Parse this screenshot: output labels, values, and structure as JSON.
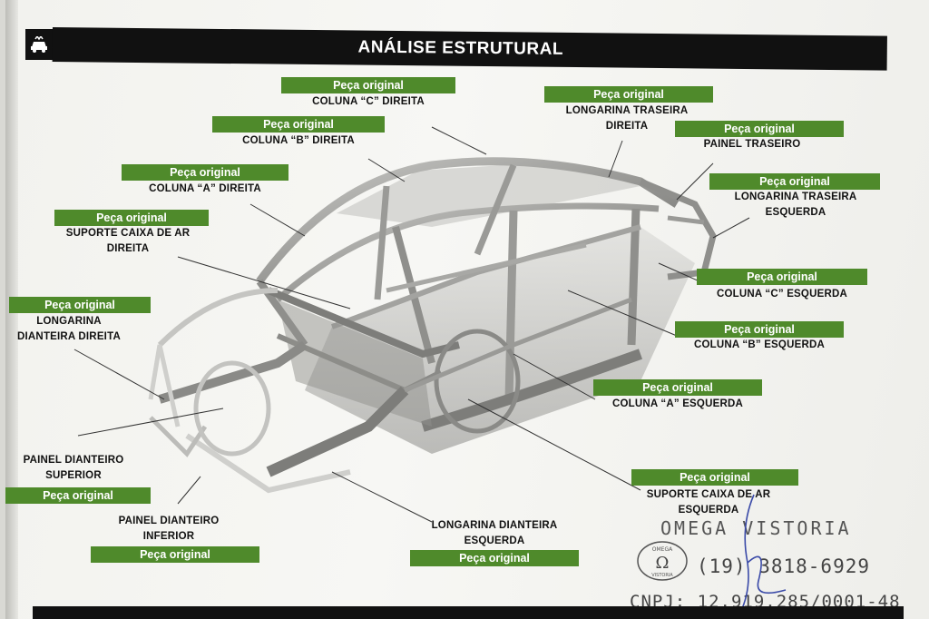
{
  "header": {
    "title": "ANÁLISE ESTRUTURAL",
    "icon": "car-crash-icon"
  },
  "parts": [
    {
      "id": "coluna-c-direita",
      "tag": "Peça original",
      "label": "COLUNA “C” DIREITA"
    },
    {
      "id": "longarina-traseira-direita",
      "tag": "Peça original",
      "label": "LONGARINA TRASEIRA DIREITA"
    },
    {
      "id": "coluna-b-direita",
      "tag": "Peça original",
      "label": "COLUNA “B” DIREITA"
    },
    {
      "id": "painel-traseiro",
      "tag": "Peça original",
      "label": "PAINEL TRASEIRO"
    },
    {
      "id": "coluna-a-direita",
      "tag": "Peça original",
      "label": "COLUNA “A” DIREITA"
    },
    {
      "id": "longarina-traseira-esquerda",
      "tag": "Peça original",
      "label": "LONGARINA TRASEIRA ESQUERDA"
    },
    {
      "id": "suporte-caixa-ar-direita",
      "tag": "Peça original",
      "label": "SUPORTE CAIXA DE AR DIREITA"
    },
    {
      "id": "longarina-dianteira-direita",
      "tag": "Peça original",
      "label": "LONGARINA DIANTEIRA DIREITA"
    },
    {
      "id": "coluna-c-esquerda",
      "tag": "Peça original",
      "label": "COLUNA “C” ESQUERDA"
    },
    {
      "id": "coluna-b-esquerda",
      "tag": "Peça original",
      "label": "COLUNA “B” ESQUERDA"
    },
    {
      "id": "coluna-a-esquerda",
      "tag": "Peça original",
      "label": "COLUNA “A” ESQUERDA"
    },
    {
      "id": "painel-dianteiro-superior",
      "tag": "Peça original",
      "label": "PAINEL DIANTEIRO SUPERIOR"
    },
    {
      "id": "suporte-caixa-ar-esquerda",
      "tag": "Peça original",
      "label": "SUPORTE CAIXA DE AR ESQUERDA"
    },
    {
      "id": "painel-dianteiro-inferior",
      "tag": "Peça original",
      "label": "PAINEL DIANTEIRO INFERIOR"
    },
    {
      "id": "longarina-dianteira-esquerda",
      "tag": "Peça original",
      "label": "LONGARINA DIANTEIRA ESQUERDA"
    }
  ],
  "stamp": {
    "name": "OMEGA VISTORIA",
    "phone": "(19) 3818-6929",
    "cnpj": "CNPJ: 12.919.285/0001-48",
    "logo_top": "OMEGA",
    "logo_symbol": "Ω",
    "logo_bottom": "VISTORIA"
  },
  "colors": {
    "tag_green": "#4f8a2b",
    "title_bar": "#111111"
  }
}
